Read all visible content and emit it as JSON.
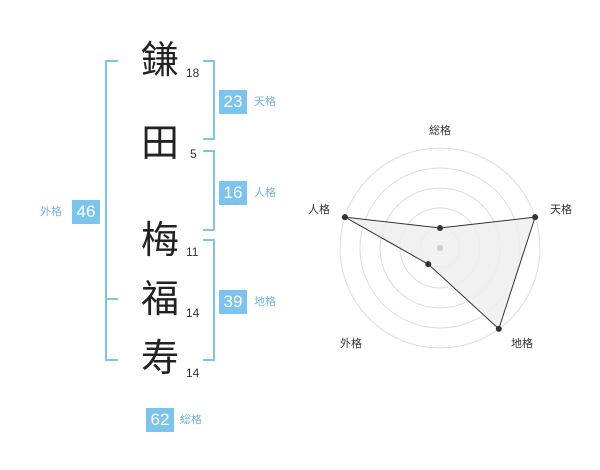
{
  "name": {
    "characters": [
      {
        "char": "鎌",
        "strokes": "18"
      },
      {
        "char": "田",
        "strokes": "5"
      },
      {
        "char": "梅",
        "strokes": "11"
      },
      {
        "char": "福",
        "strokes": "14"
      },
      {
        "char": "寿",
        "strokes": "14"
      }
    ]
  },
  "fortune": {
    "tenkaku": {
      "value": "23",
      "label": "天格"
    },
    "jinkaku": {
      "value": "16",
      "label": "人格"
    },
    "chikaku": {
      "value": "39",
      "label": "地格"
    },
    "gaikaku": {
      "value": "46",
      "label": "外格"
    },
    "soukaku": {
      "value": "62",
      "label": "総格"
    }
  },
  "colors": {
    "accent": "#7cc4ee",
    "label_text": "#7cb3e0",
    "polygon_fill": "#eeeeee",
    "polygon_stroke": "#333333",
    "grid": "#dddddd"
  },
  "chart_data": {
    "type": "radar",
    "axes": [
      "総格",
      "天格",
      "地格",
      "外格",
      "人格"
    ],
    "levels": 5,
    "values": [
      1,
      5,
      5,
      1,
      5
    ],
    "max": 5
  }
}
